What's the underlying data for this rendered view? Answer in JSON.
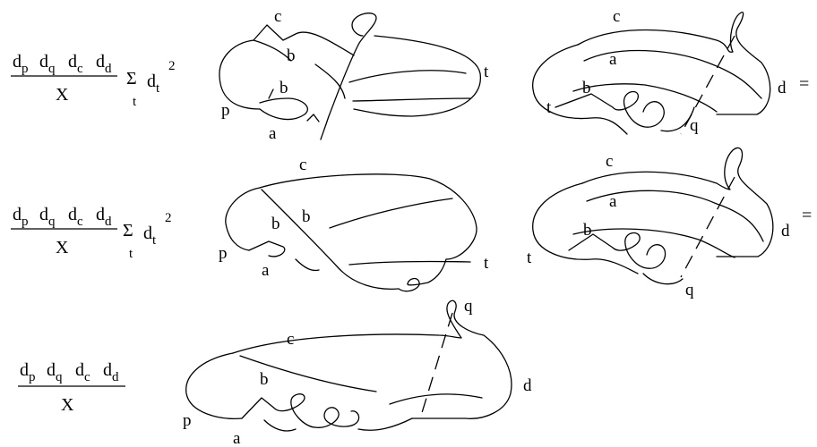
{
  "rows": [
    {
      "prefix": {
        "num": [
          {
            "base": "d",
            "sub": "p"
          },
          {
            "base": "d",
            "sub": "q"
          },
          {
            "base": "d",
            "sub": "c"
          },
          {
            "base": "d",
            "sub": "d"
          }
        ],
        "den": "X",
        "sum_symbol": "Σ",
        "sum_index": "t",
        "weight_base": "d",
        "weight_sub": "t",
        "weight_sup": "2"
      },
      "link1_labels": {
        "c": "c",
        "b_top": "b",
        "b_low": "b",
        "p": "p",
        "a": "a",
        "t": "t"
      },
      "link2_labels": {
        "c": "c",
        "a": "a",
        "b": "b",
        "t": "t",
        "q": "q",
        "d": "d"
      },
      "relation": "="
    },
    {
      "prefix": {
        "num": [
          {
            "base": "d",
            "sub": "p"
          },
          {
            "base": "d",
            "sub": "q"
          },
          {
            "base": "d",
            "sub": "c"
          },
          {
            "base": "d",
            "sub": "d"
          }
        ],
        "den": "X",
        "sum_symbol": "Σ",
        "sum_index": "t",
        "weight_base": "d",
        "weight_sub": "t",
        "weight_sup": "2"
      },
      "link1_labels": {
        "c": "c",
        "b1": "b",
        "b2": "b",
        "p": "p",
        "a": "a",
        "t": "t"
      },
      "link2_labels": {
        "c": "c",
        "a": "a",
        "b": "b",
        "t": "t",
        "q": "q",
        "d": "d"
      },
      "relation": "="
    },
    {
      "prefix": {
        "num": [
          {
            "base": "d",
            "sub": "p"
          },
          {
            "base": "d",
            "sub": "q"
          },
          {
            "base": "d",
            "sub": "c"
          },
          {
            "base": "d",
            "sub": "d"
          }
        ],
        "den": "X"
      },
      "link_labels": {
        "q": "q",
        "c": "c",
        "b": "b",
        "d": "d",
        "p": "p",
        "a": "a"
      }
    }
  ]
}
